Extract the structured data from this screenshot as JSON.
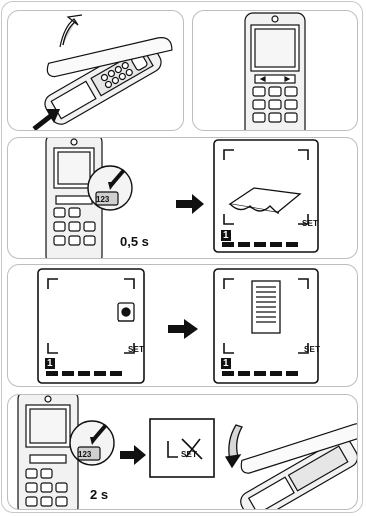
{
  "steps": {
    "step2": {
      "duration": "0,5 s",
      "key": "123",
      "screen_label": "SET",
      "indicator": "1"
    },
    "step3": {
      "left_label": "SET",
      "right_label": "SET",
      "left_indicator": "1",
      "right_indicator": "1"
    },
    "step4": {
      "duration": "2 s",
      "key": "123",
      "result_label": "SET"
    }
  },
  "colors": {
    "line": "#111111",
    "panel_border": "#bdbdbd",
    "phone_fill": "#f2f2f2",
    "arrow": "#111111"
  },
  "icons": [
    "open-cover-arrow",
    "insert-arrow",
    "press-finger",
    "step-arrow",
    "camera-scene-icon",
    "document-icon",
    "cancelled-set-icon",
    "close-cover-arrow"
  ]
}
